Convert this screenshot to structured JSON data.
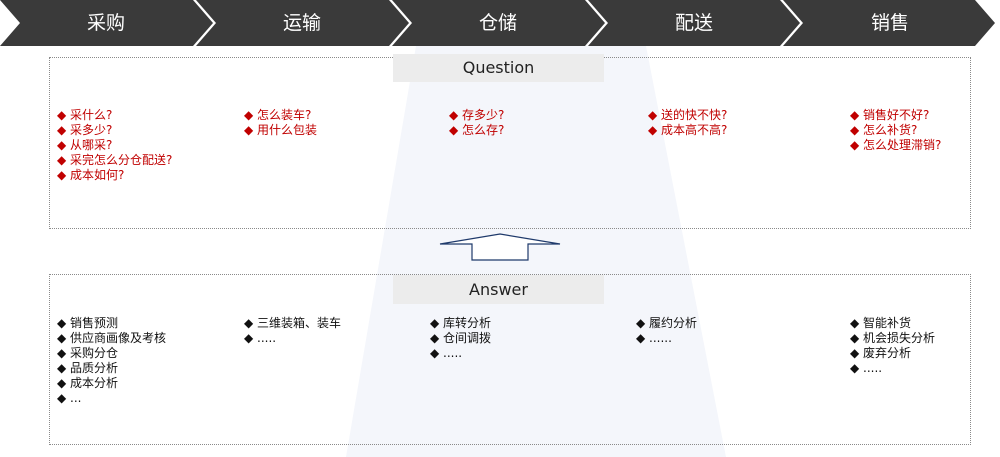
{
  "stages": [
    "采购",
    "运输",
    "仓储",
    "配送",
    "销售"
  ],
  "question": {
    "title": "Question",
    "columns": [
      [
        "采什么?",
        "采多少?",
        "从哪采?",
        "采完怎么分仓配送?",
        "成本如何?"
      ],
      [
        "怎么装车?",
        "用什么包装"
      ],
      [
        "存多少?",
        "怎么存?"
      ],
      [
        "送的快不快?",
        "成本高不高?"
      ],
      [
        "销售好不好?",
        "怎么补货?",
        "怎么处理滞销?"
      ]
    ]
  },
  "answer": {
    "title": "Answer",
    "columns": [
      [
        "销售预测",
        "供应商画像及考核",
        "采购分仓",
        "品质分析",
        "成本分析",
        "..."
      ],
      [
        "三维装箱、装车",
        "....."
      ],
      [
        "库转分析",
        "仓间调拨",
        "....."
      ],
      [
        "履约分析",
        "......"
      ],
      [
        "智能补货",
        "机会损失分析",
        "废弃分析",
        "....."
      ]
    ]
  },
  "colors": {
    "chevron": "#3a3a3a",
    "question_text": "#c00000",
    "answer_text": "#111111",
    "tab_bg": "#ececec"
  }
}
